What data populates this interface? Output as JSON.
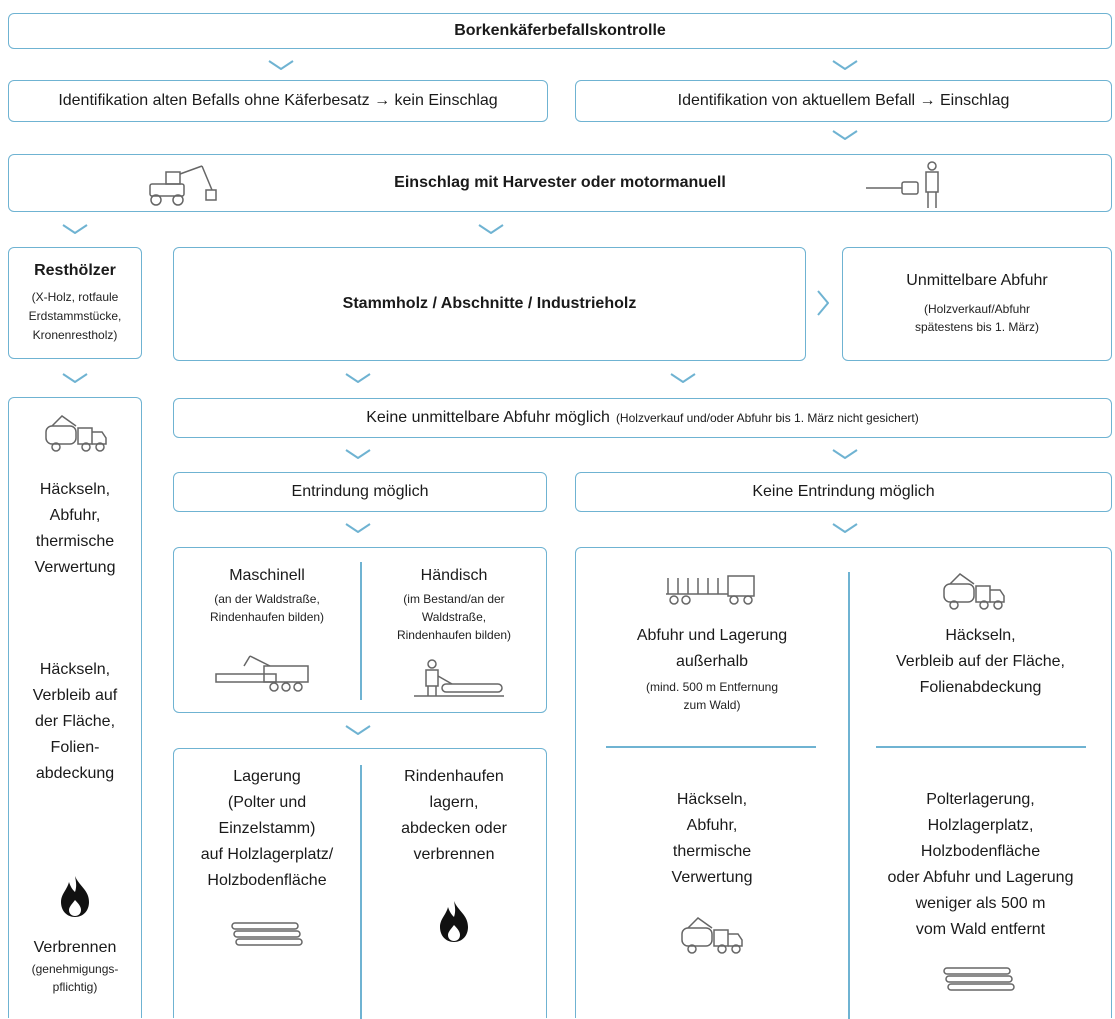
{
  "title": "Borkenkäferbefallskontrolle",
  "row2": {
    "left": "Identifikation alten Befalls ohne Käferbesatz → kein Einschlag",
    "right": "Identifikation von aktuellem Befall → Einschlag"
  },
  "row3": "Einschlag mit Harvester oder motormanuell",
  "resthoelzer": {
    "title": "Resthölzer",
    "lines": [
      "(X-Holz, rotfaule",
      "Erdstammstücke,",
      "Kronenrestholz)"
    ]
  },
  "stammholz": "Stammholz / Abschnitte / Industrieholz",
  "abfuhr": {
    "title": "Unmittelbare Abfuhr",
    "lines": [
      "(Holzverkauf/Abfuhr",
      "spätestens bis 1. März)"
    ]
  },
  "keine_abfuhr": {
    "main": "Keine unmittelbare Abfuhr möglich",
    "note": "(Holzverkauf und/oder Abfuhr bis 1. März nicht gesichert)"
  },
  "entrindung": "Entrindung möglich",
  "keine_entrindung": "Keine Entrindung möglich",
  "left_col": {
    "block1": [
      "Häckseln,",
      "Abfuhr,",
      "thermische",
      "Verwertung"
    ],
    "block2": [
      "Häckseln,",
      "Verbleib auf",
      "der Fläche,",
      "Folien-",
      "abdeckung"
    ],
    "block3_title": "Verbrennen",
    "block3_note": [
      "(genehmigungs-",
      "pflichtig)"
    ]
  },
  "maschinell": {
    "title": "Maschinell",
    "lines": [
      "(an der Waldstraße,",
      "Rindenhaufen bilden)"
    ]
  },
  "haendisch": {
    "title": "Händisch",
    "lines": [
      "(im Bestand/an der",
      "Waldstraße,",
      "Rindenhaufen bilden)"
    ]
  },
  "lagerung": [
    "Lagerung",
    "(Polter und",
    "Einzelstamm)",
    "auf Holzlagerplatz/",
    "Holzbodenfläche"
  ],
  "rindenhaufen": [
    "Rindenhaufen",
    "lagern,",
    "abdecken oder",
    "verbrennen"
  ],
  "abfuhr_lagerung": {
    "lines": [
      "Abfuhr und Lagerung",
      "außerhalb"
    ],
    "note": [
      "(mind. 500 m Entfernung",
      "zum Wald)"
    ]
  },
  "haeckseln_verbleib": [
    "Häckseln,",
    "Verbleib auf der Fläche,",
    "Folienabdeckung"
  ],
  "haeckseln_abfuhr": [
    "Häckseln,",
    "Abfuhr,",
    "thermische",
    "Verwertung"
  ],
  "polterlagerung": [
    "Polterlagerung,",
    "Holzlagerplatz,",
    "Holzbodenfläche",
    "oder Abfuhr und Lagerung",
    "weniger als 500 m",
    "vom Wald entfernt"
  ],
  "colors": {
    "border": "#6fb3d2",
    "text": "#1a1a1a",
    "icon": "#666666"
  },
  "icons": [
    "harvester-icon",
    "chainsaw-worker-icon",
    "chipper-truck-icon",
    "fire-icon",
    "machine-debarker-icon",
    "manual-debarking-icon",
    "log-truck-icon",
    "log-stack-icon"
  ]
}
